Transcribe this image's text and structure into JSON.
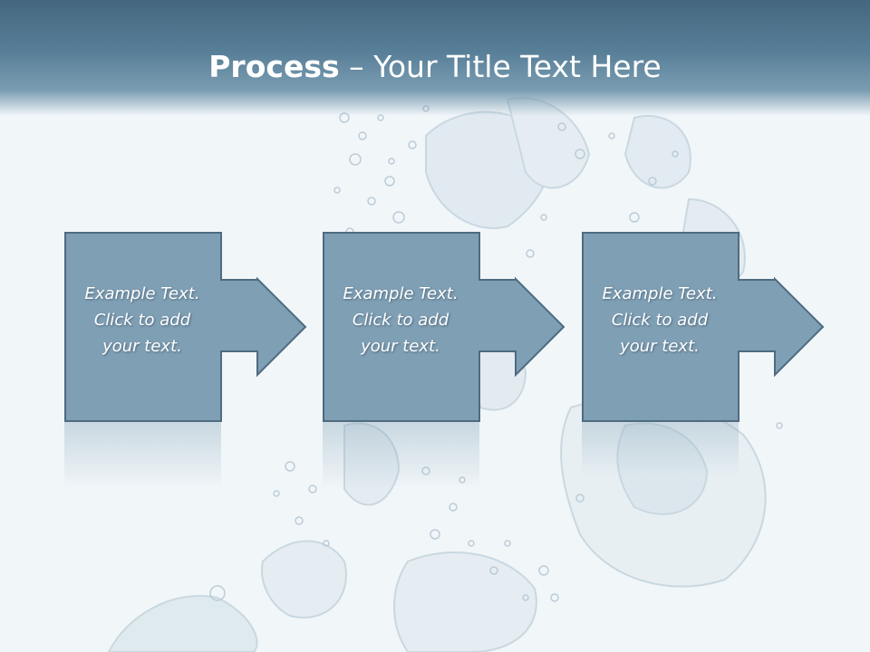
{
  "slide": {
    "title_bold": "Process",
    "title_rest": " – Your Title Text Here",
    "colors": {
      "header": "#587f98",
      "box_fill": "#7f9fb4",
      "box_stroke": "#4f6b80",
      "text": "#ffffff"
    }
  },
  "steps": [
    {
      "line1": "Example Text.",
      "line2": "Click  to add",
      "line3": "your text."
    },
    {
      "line1": "Example Text.",
      "line2": "Click  to add",
      "line3": "your text."
    },
    {
      "line1": "Example Text.",
      "line2": "Click  to add",
      "line3": "your text."
    }
  ]
}
